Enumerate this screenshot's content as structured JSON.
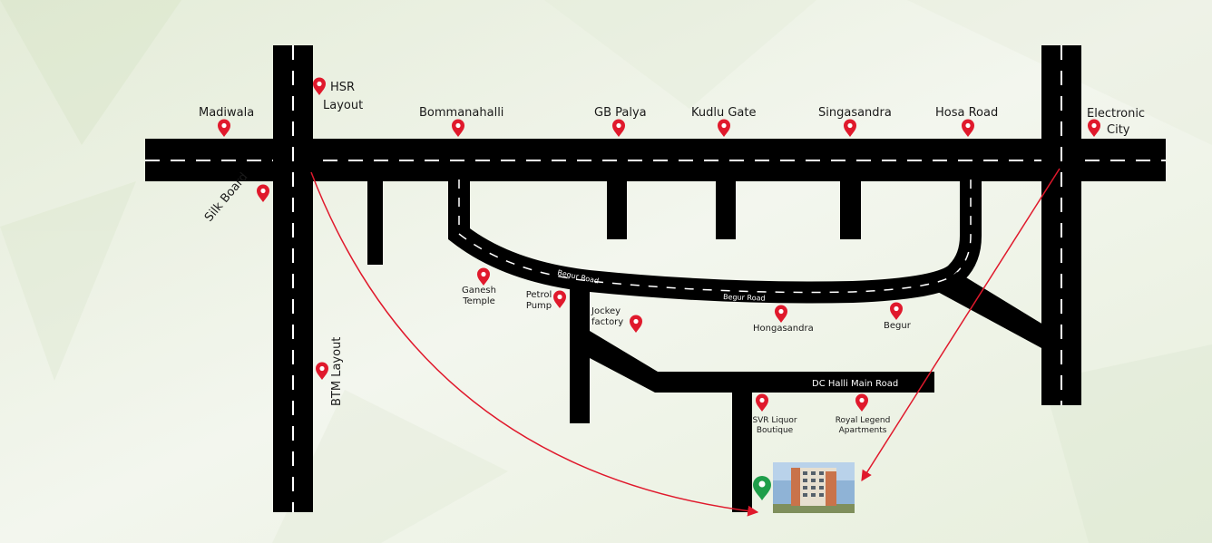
{
  "places": {
    "madiwala": "Madiwala",
    "hsr": "HSR",
    "hsr_2": "Layout",
    "bommanahalli": "Bommanahalli",
    "gb_palya": "GB Palya",
    "kudlu_gate": "Kudlu Gate",
    "singasandra": "Singasandra",
    "hosa_road": "Hosa Road",
    "electronic": "Electronic",
    "electronic_2": "City",
    "silk_board": "Silk Board",
    "btm_layout": "BTM Layout",
    "ganesh": "Ganesh",
    "ganesh_2": "Temple",
    "petrol": "Petrol",
    "petrol_2": "Pump",
    "jockey": "Jockey",
    "jockey_2": "factory",
    "hongasandra": "Hongasandra",
    "begur": "Begur",
    "svr": "SVR Liquor",
    "svr_2": "Boutique",
    "royal": "Royal Legend",
    "royal_2": "Apartments"
  },
  "roads": {
    "begur_road_1": "Begur Road",
    "begur_road_2": "Begur Road",
    "dc_halli": "DC Halli Main Road"
  },
  "colors": {
    "road": "#000000",
    "marker": "#e0192c",
    "destination_marker": "#1f9e4a",
    "route_line": "#e0192c",
    "background": "#eef2e6"
  },
  "icons": {
    "place_marker": "map-pin-icon",
    "destination": "location-pin-icon"
  }
}
